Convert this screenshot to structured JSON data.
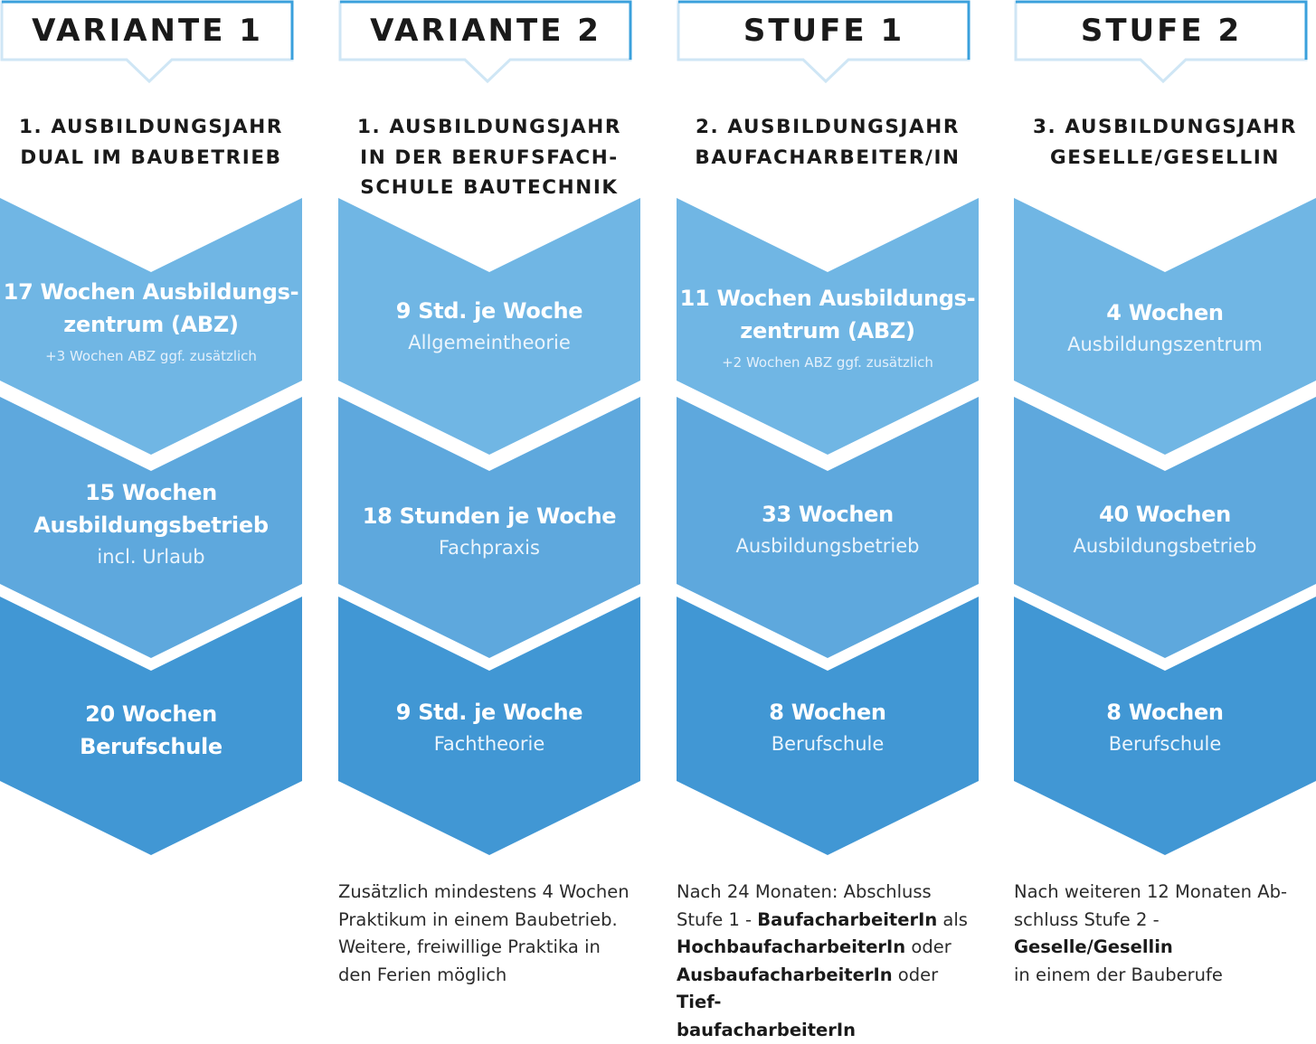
{
  "colors": {
    "tab_border": "#3aa0dc",
    "tab_shadow": "#cfe6f5",
    "block_top": "#70b6e4",
    "block_mid": "#5ea8dd",
    "block_bottom": "#4197d4"
  },
  "columns": [
    {
      "tab": "VARIANTE 1",
      "year_lines": [
        "1. AUSBILDUNGSJAHR",
        "DUAL IM BAUBETRIEB"
      ],
      "blocks": [
        {
          "bold": [
            "17 Wochen Ausbildungs-",
            "zentrum (ABZ)"
          ],
          "small": "+3 Wochen ABZ ggf. zusätzlich"
        },
        {
          "bold": [
            "15 Wochen",
            "Ausbildungsbetrieb"
          ],
          "normal": "incl. Urlaub"
        },
        {
          "bold": [
            "20 Wochen",
            "Berufschule"
          ]
        }
      ]
    },
    {
      "tab": "VARIANTE 2",
      "year_lines": [
        "1. AUSBILDUNGSJAHR",
        "IN DER BERUFSFACH-",
        "SCHULE BAUTECHNIK"
      ],
      "blocks": [
        {
          "bold": [
            "9 Std. je Woche"
          ],
          "normal": "Allgemeintheorie"
        },
        {
          "bold": [
            "18 Stunden je Woche"
          ],
          "normal": "Fachpraxis"
        },
        {
          "bold": [
            "9 Std. je Woche"
          ],
          "normal": "Fachtheorie"
        }
      ],
      "note": [
        {
          "t": "Zusätzlich mindestens 4 Wochen"
        },
        {
          "t": "Praktikum in einem Baubetrieb."
        },
        {
          "t": "Weitere, freiwillige Praktika in"
        },
        {
          "t": "den Ferien möglich"
        }
      ]
    },
    {
      "tab": "STUFE 1",
      "year_lines": [
        "2. AUSBILDUNGSJAHR",
        "BAUFACHARBEITER/IN"
      ],
      "blocks": [
        {
          "bold": [
            "11 Wochen Ausbildungs-",
            "zentrum (ABZ)"
          ],
          "small": "+2 Wochen ABZ ggf. zusätzlich"
        },
        {
          "bold": [
            "33 Wochen"
          ],
          "normal": "Ausbildungsbetrieb"
        },
        {
          "bold": [
            "8 Wochen"
          ],
          "normal": "Berufschule"
        }
      ],
      "note": [
        {
          "t": "Nach 24 Monaten: Abschluss"
        },
        {
          "t": "Stufe 1 - ",
          "b": "BaufacharbeiterIn",
          "t2": " als"
        },
        {
          "b": "HochbaufacharbeiterIn",
          "t2": " oder"
        },
        {
          "b": "AusbaufacharbeiterIn",
          "t2": " oder ",
          "b2": "Tief-"
        },
        {
          "b": "baufacharbeiterIn"
        }
      ]
    },
    {
      "tab": "STUFE 2",
      "year_lines": [
        "3. AUSBILDUNGSJAHR",
        "GESELLE/GESELLIN"
      ],
      "blocks": [
        {
          "bold": [
            "4 Wochen"
          ],
          "normal": "Ausbildungszentrum"
        },
        {
          "bold": [
            "40 Wochen"
          ],
          "normal": "Ausbildungsbetrieb"
        },
        {
          "bold": [
            "8 Wochen"
          ],
          "normal": "Berufschule"
        }
      ],
      "note": [
        {
          "t": "Nach weiteren 12 Monaten Ab-"
        },
        {
          "t": "schluss Stufe 2 - ",
          "b": "Geselle/Gesellin"
        },
        {
          "t": "in einem der Bauberufe"
        }
      ]
    }
  ]
}
